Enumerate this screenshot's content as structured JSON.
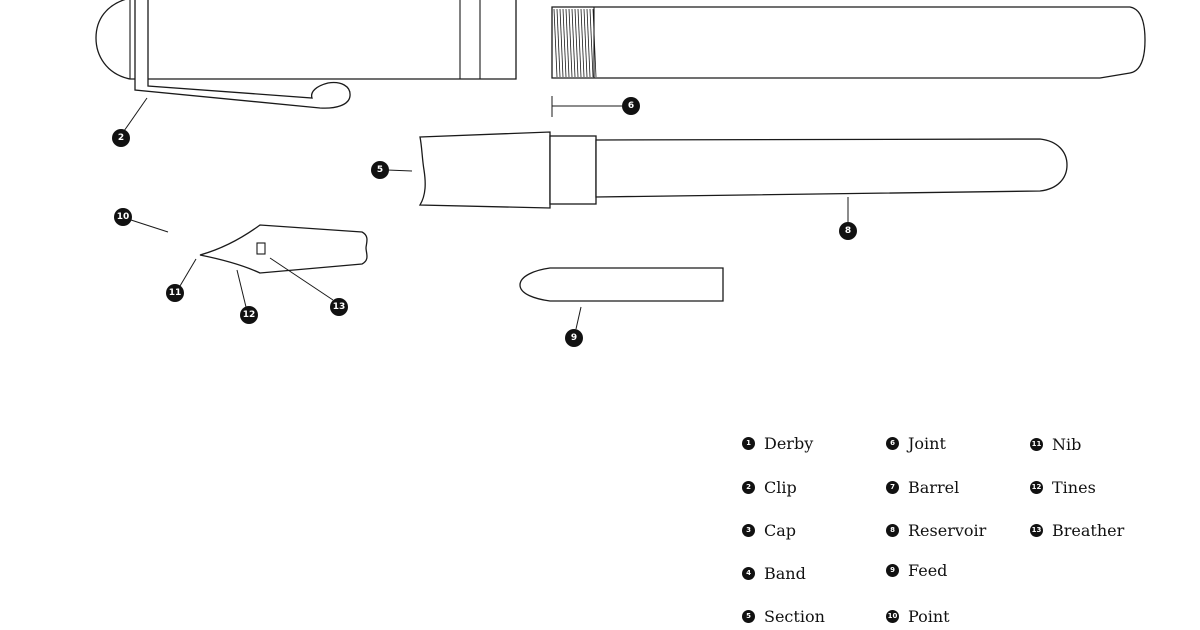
{
  "callouts": [
    {
      "id": "c2",
      "num": "2"
    },
    {
      "id": "c5",
      "num": "5"
    },
    {
      "id": "c6",
      "num": "6"
    },
    {
      "id": "c8",
      "num": "8"
    },
    {
      "id": "c9",
      "num": "9"
    },
    {
      "id": "c10",
      "num": "10"
    },
    {
      "id": "c11",
      "num": "11"
    },
    {
      "id": "c12",
      "num": "12"
    },
    {
      "id": "c13",
      "num": "13"
    }
  ],
  "legend": [
    {
      "num": "1",
      "label": "Derby"
    },
    {
      "num": "2",
      "label": "Clip"
    },
    {
      "num": "3",
      "label": "Cap"
    },
    {
      "num": "4",
      "label": "Band"
    },
    {
      "num": "5",
      "label": "Section"
    },
    {
      "num": "6",
      "label": "Joint"
    },
    {
      "num": "7",
      "label": "Barrel"
    },
    {
      "num": "8",
      "label": "Reservoir"
    },
    {
      "num": "9",
      "label": "Feed"
    },
    {
      "num": "10",
      "label": "Point"
    },
    {
      "num": "11",
      "label": "Nib"
    },
    {
      "num": "12",
      "label": "Tines"
    },
    {
      "num": "13",
      "label": "Breather"
    }
  ]
}
